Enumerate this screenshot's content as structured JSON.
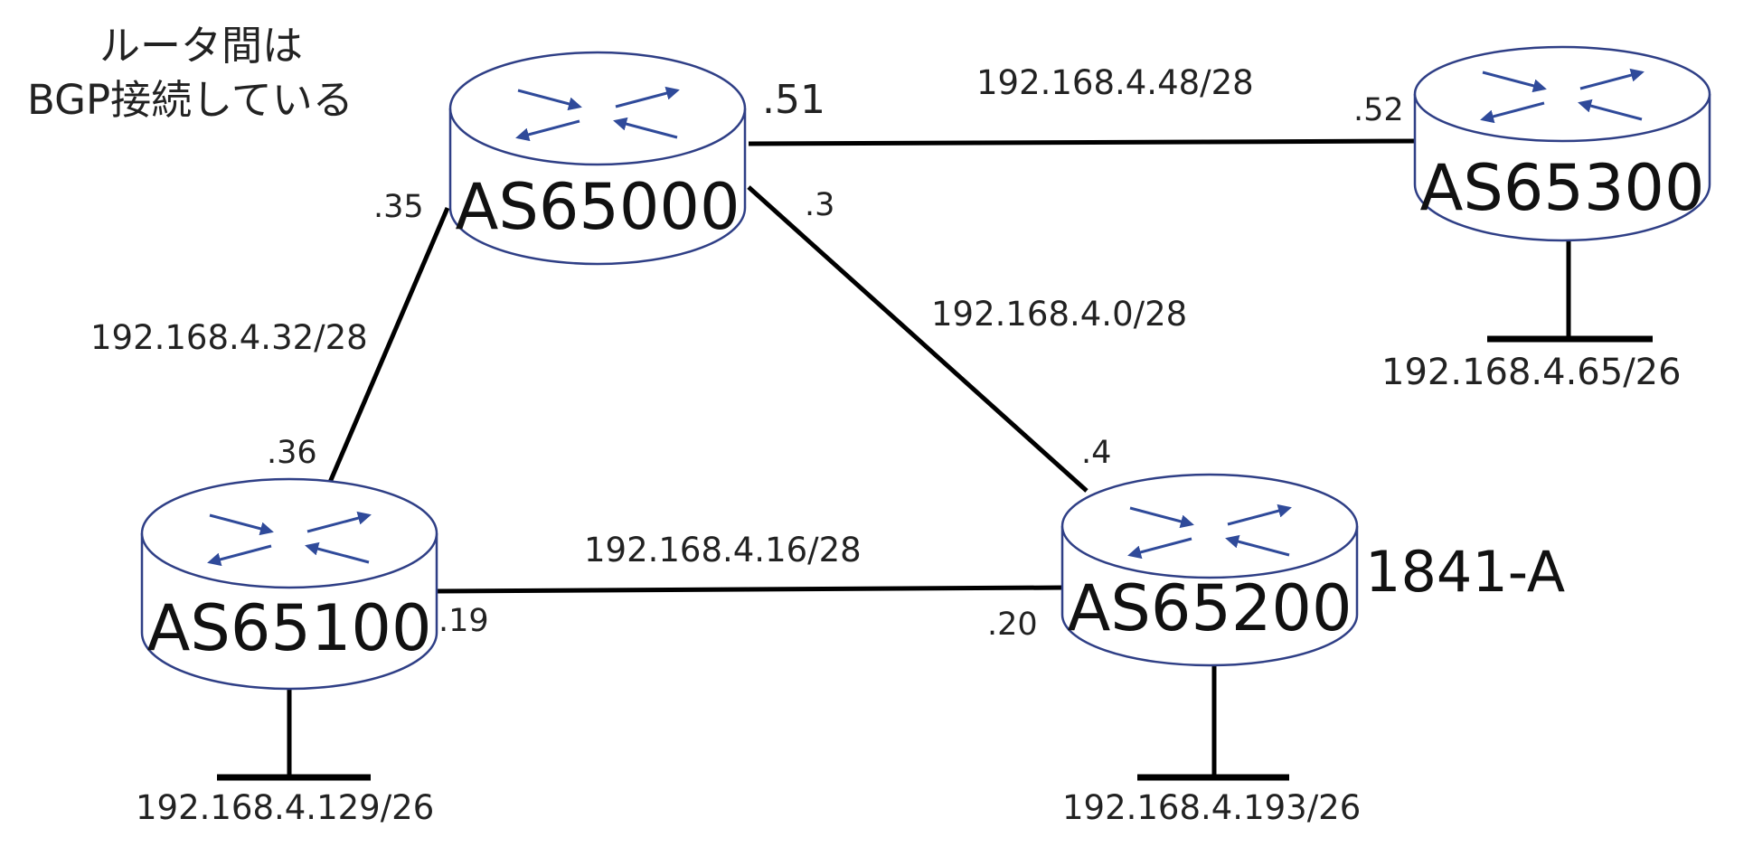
{
  "note": {
    "line1": "ルータ間は",
    "line2": "BGP接続している"
  },
  "routers": [
    {
      "id": "as65000",
      "label": "AS65000"
    },
    {
      "id": "as65300",
      "label": "AS65300"
    },
    {
      "id": "as65100",
      "label": "AS65100"
    },
    {
      "id": "as65200",
      "label": "AS65200",
      "device": "1841-A"
    }
  ],
  "links": [
    {
      "id": "as65000-as65300",
      "network": "192.168.4.48/28",
      "endpoints": [
        ".51",
        ".52"
      ]
    },
    {
      "id": "as65000-as65200",
      "network": "192.168.4.0/28",
      "endpoints": [
        ".3",
        ".4"
      ]
    },
    {
      "id": "as65000-as65100",
      "network": "192.168.4.32/28",
      "endpoints": [
        ".35",
        ".36"
      ]
    },
    {
      "id": "as65100-as65200",
      "network": "192.168.4.16/28",
      "endpoints": [
        ".19",
        ".20"
      ]
    }
  ],
  "lans": [
    {
      "router": "as65300",
      "network": "192.168.4.65/26"
    },
    {
      "router": "as65100",
      "network": "192.168.4.129/26"
    },
    {
      "router": "as65200",
      "network": "192.168.4.193/26"
    }
  ]
}
